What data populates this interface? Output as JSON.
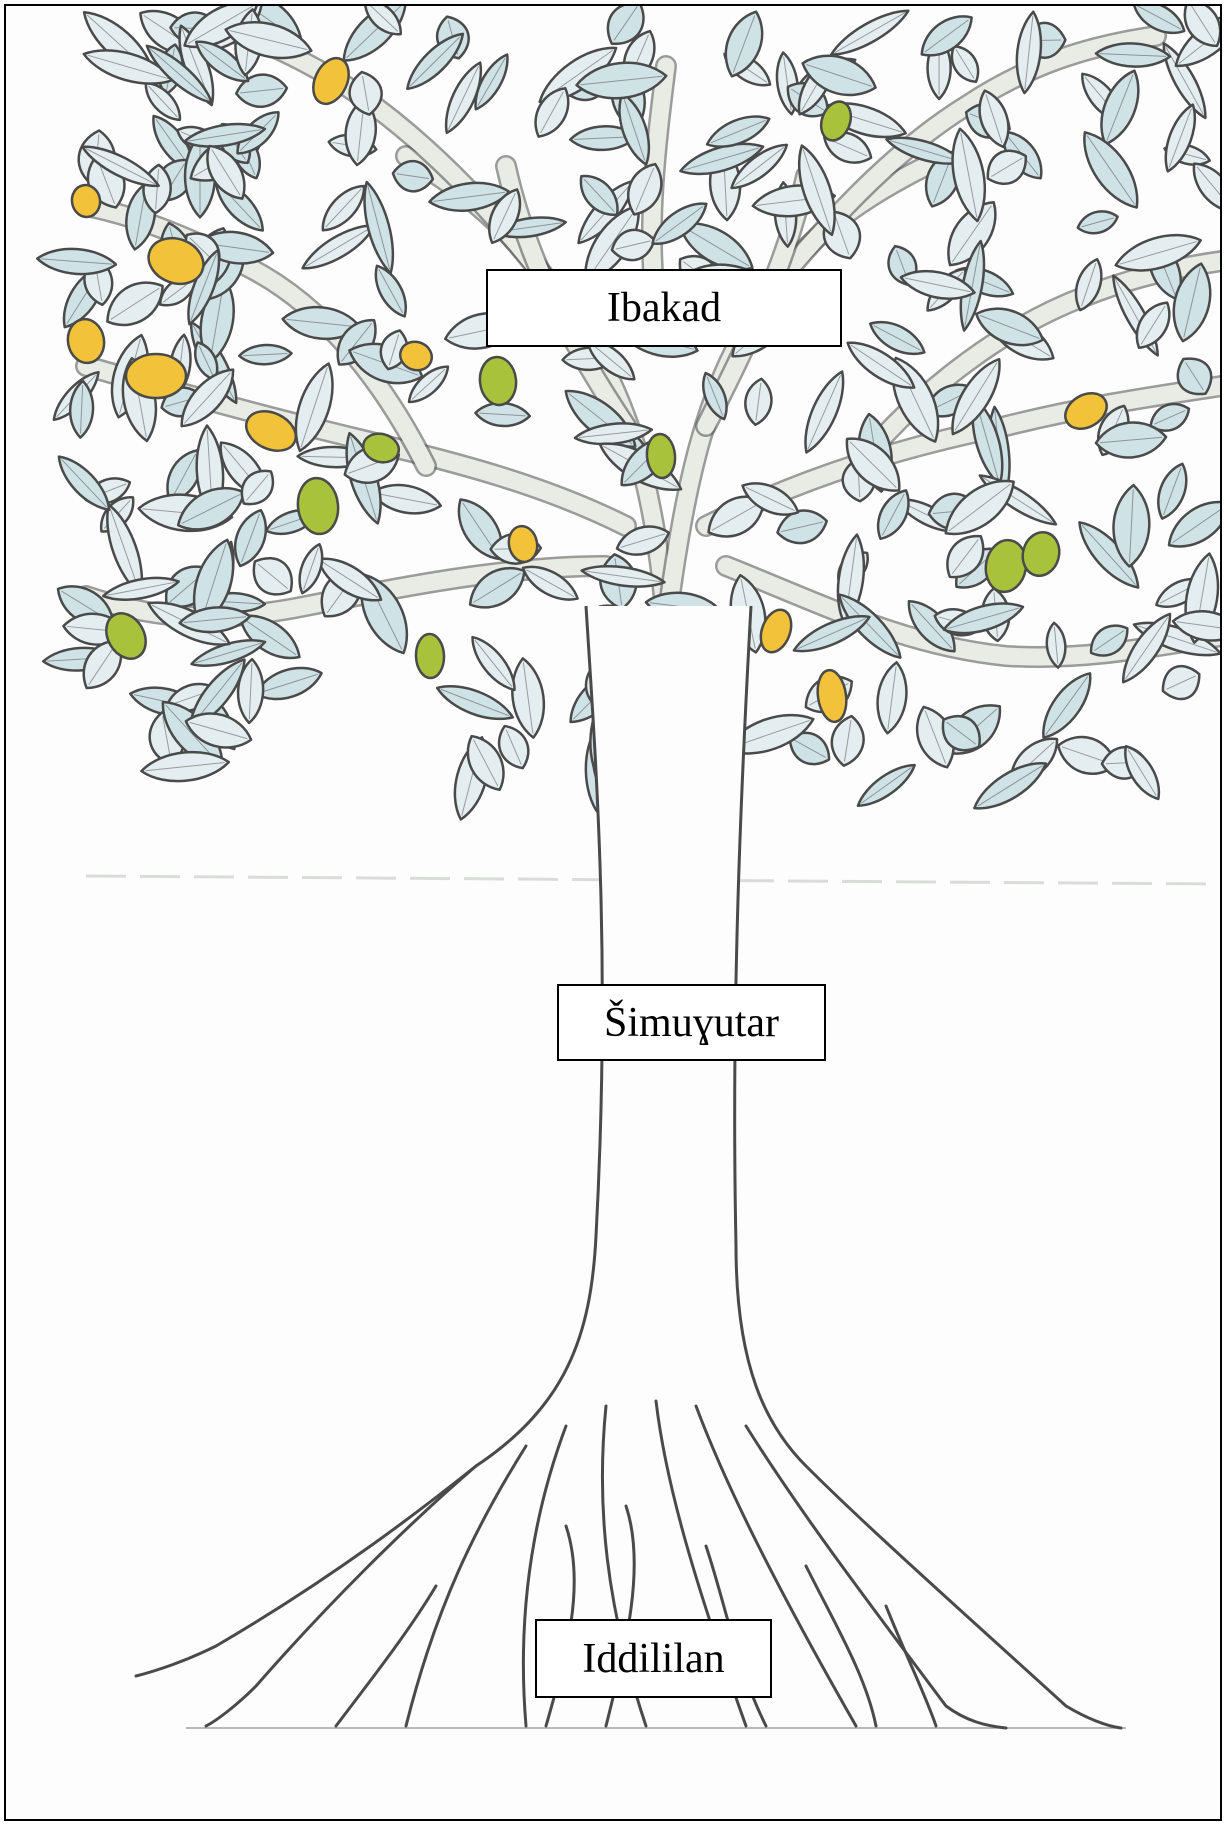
{
  "diagram": {
    "labels": {
      "crown": "Ibakad",
      "trunk": "Šimuɣutar",
      "roots": "Iddililan"
    },
    "illustration": {
      "name": "tree-drawing",
      "colors": {
        "outline": "#4a4a4a",
        "leaf_fill": "#e4eef0",
        "leaf_tint": "#cfe2e6",
        "branch_fill": "#e8ece4",
        "fruit_yellow": "#f2c23a",
        "fruit_green": "#a9c23c",
        "paper": "#fdfdfd"
      }
    }
  }
}
